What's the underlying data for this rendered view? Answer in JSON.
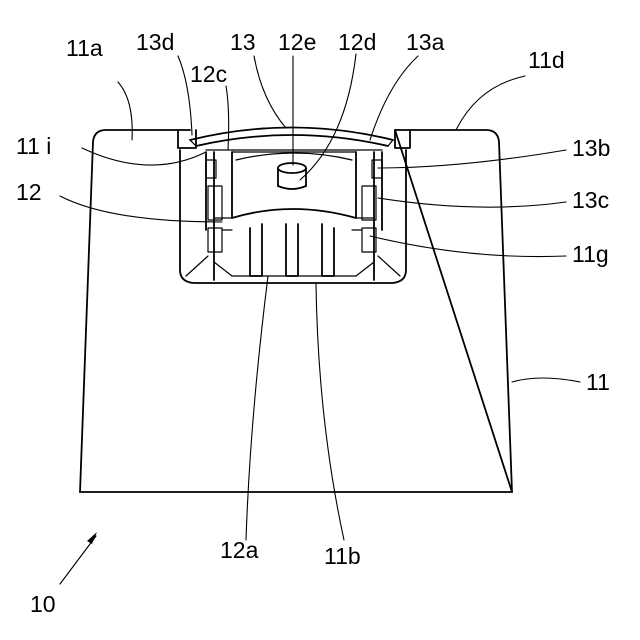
{
  "labels": {
    "l11a": "11a",
    "l13d": "13d",
    "l13": "13",
    "l12e": "12e",
    "l12d": "12d",
    "l13a": "13a",
    "l11d": "11d",
    "l12c": "12c",
    "l11i": "11 i",
    "l13b": "13b",
    "l12": "12",
    "l13c": "13c",
    "l11g": "11g",
    "l11": "11",
    "l12a": "12a",
    "l11b": "11b",
    "l10": "10"
  }
}
